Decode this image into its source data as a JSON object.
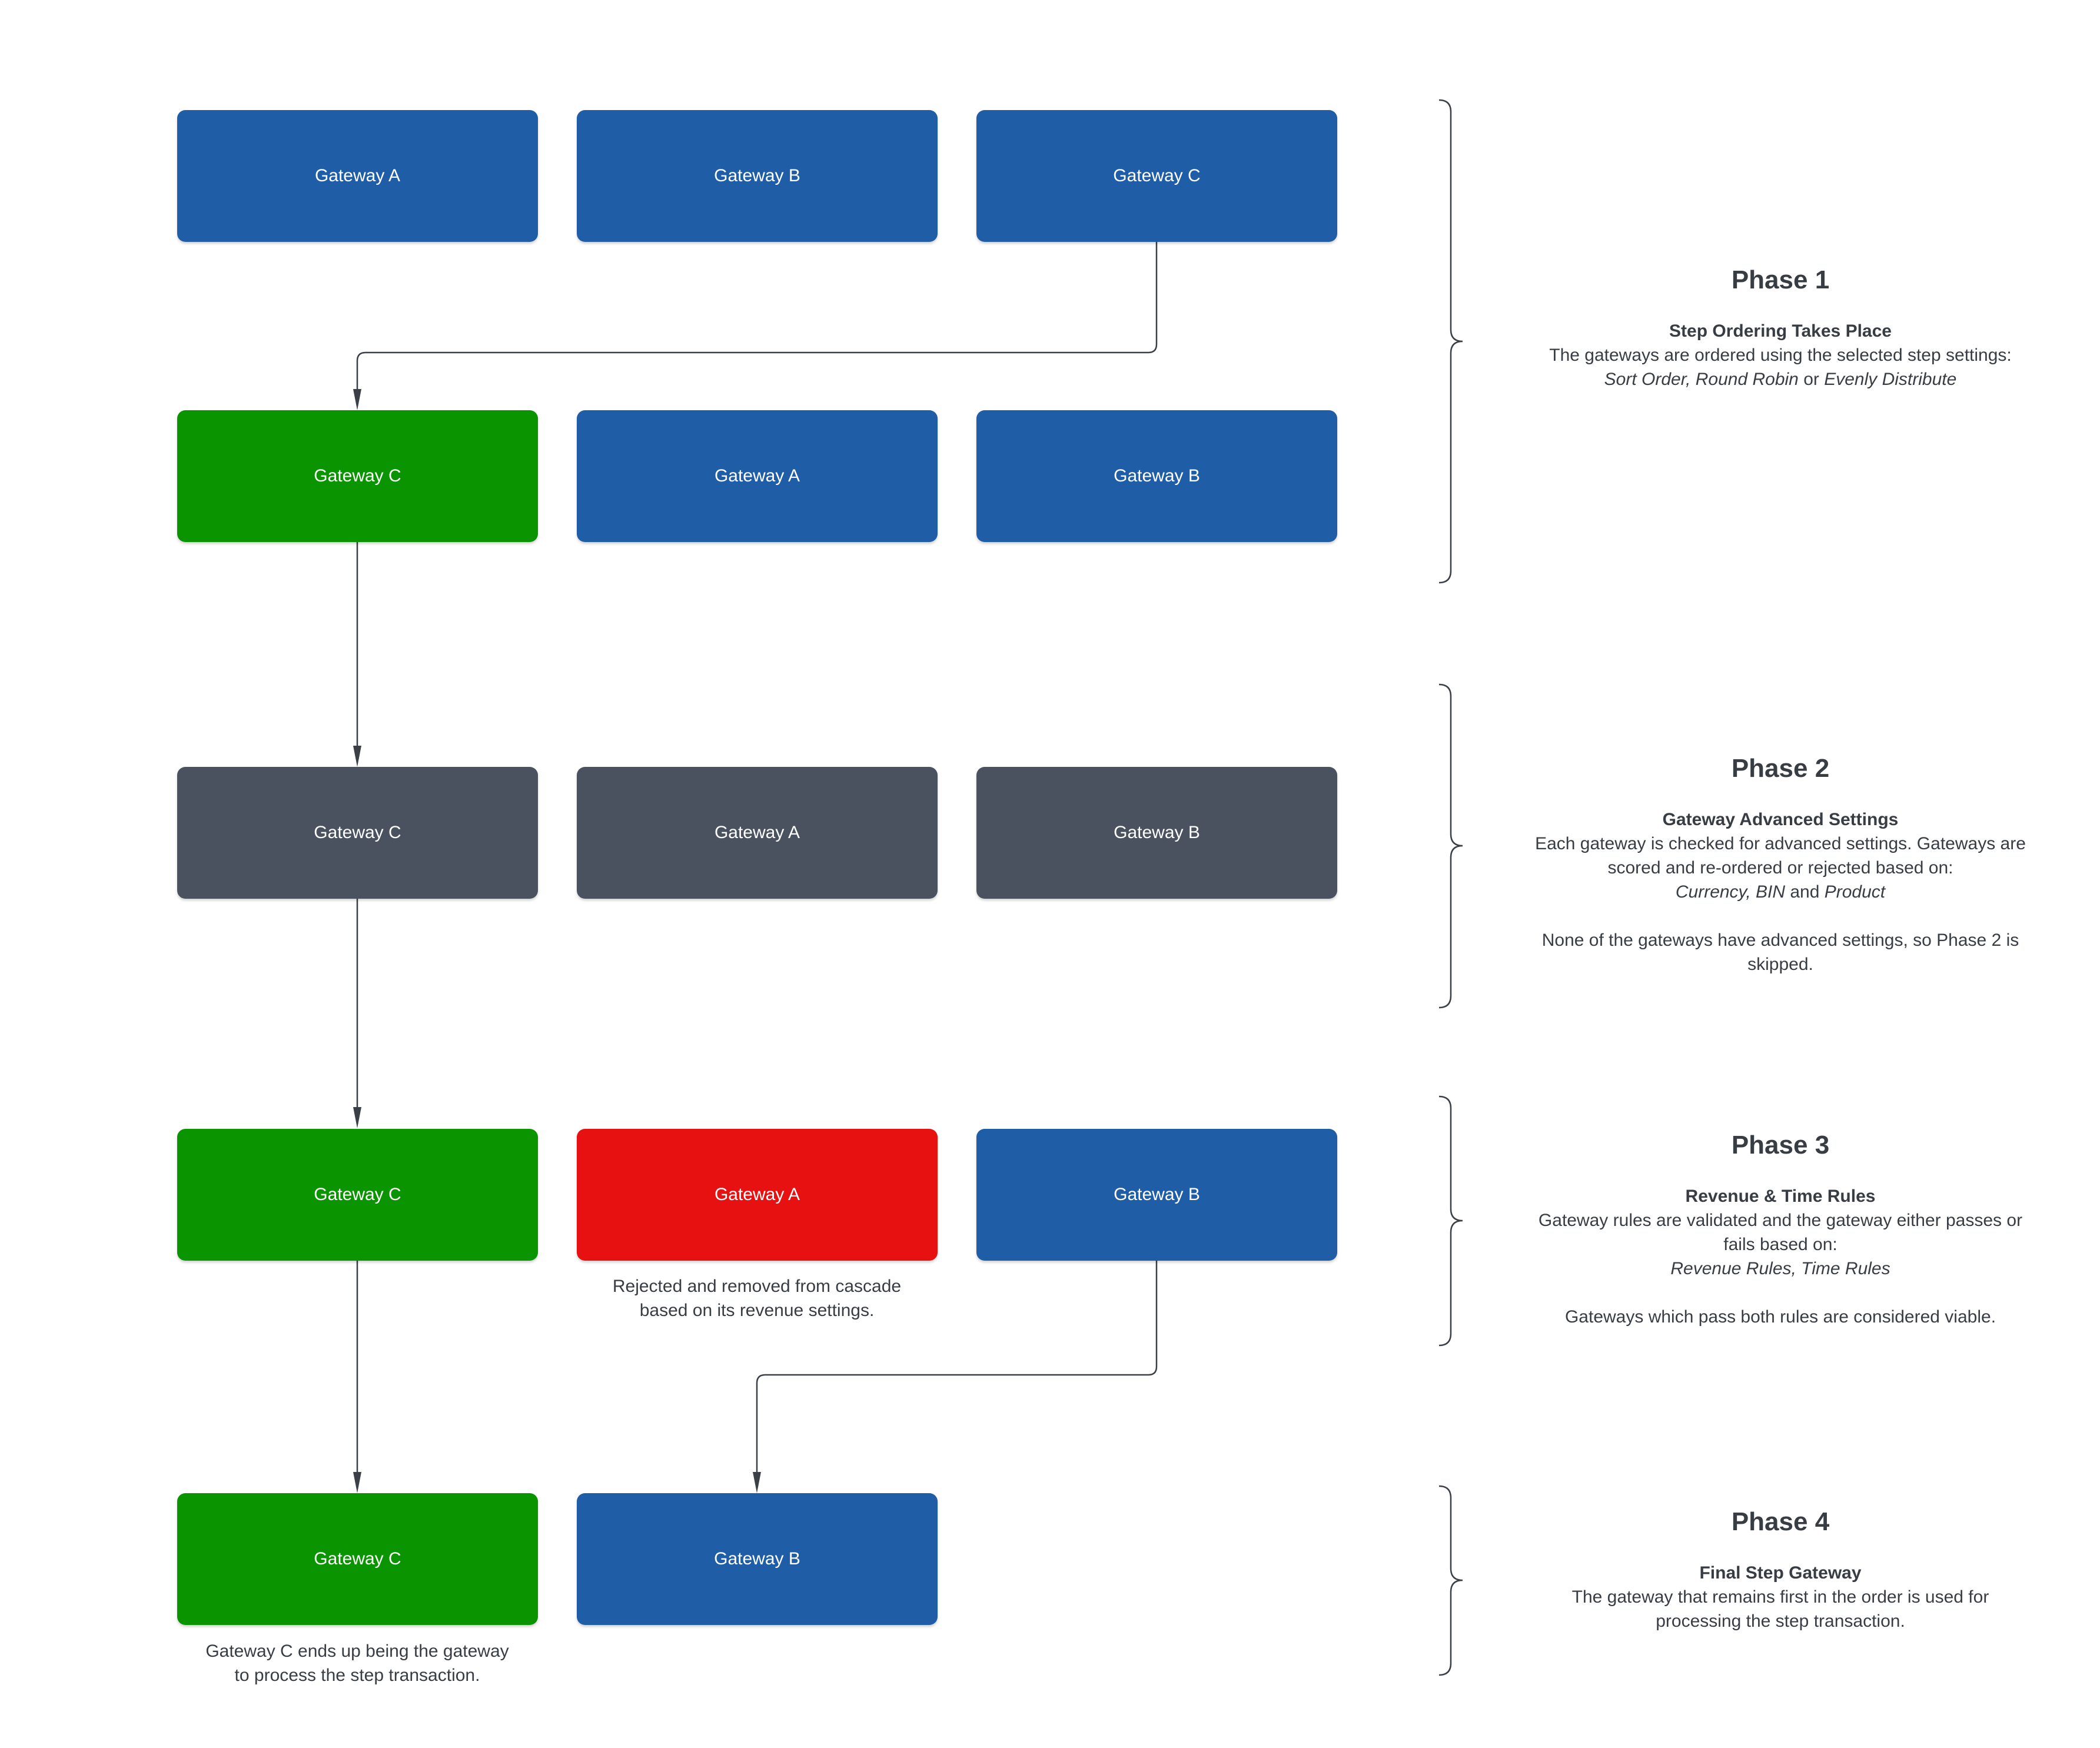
{
  "colors": {
    "gateway_blue": "#1f5da6",
    "gateway_green": "#0a9400",
    "gateway_red": "#e81111",
    "gateway_slate": "#49525e",
    "line_dark": "#3a4046",
    "text_dark": "#383d43"
  },
  "rows": [
    {
      "boxes": [
        {
          "label": "Gateway A",
          "color": "#1f5da6"
        },
        {
          "label": "Gateway B",
          "color": "#1f5da6"
        },
        {
          "label": "Gateway C",
          "color": "#1f5da6"
        }
      ]
    },
    {
      "boxes": [
        {
          "label": "Gateway C",
          "color": "#0a9400"
        },
        {
          "label": "Gateway A",
          "color": "#1f5da6"
        },
        {
          "label": "Gateway B",
          "color": "#1f5da6"
        }
      ]
    },
    {
      "boxes": [
        {
          "label": "Gateway C",
          "color": "#49525e"
        },
        {
          "label": "Gateway A",
          "color": "#49525e"
        },
        {
          "label": "Gateway B",
          "color": "#49525e"
        }
      ]
    },
    {
      "boxes": [
        {
          "label": "Gateway C",
          "color": "#0a9400"
        },
        {
          "label": "Gateway A",
          "color": "#e81111"
        },
        {
          "label": "Gateway B",
          "color": "#1f5da6"
        }
      ]
    },
    {
      "boxes": [
        {
          "label": "Gateway C",
          "color": "#0a9400"
        },
        {
          "label": "Gateway B",
          "color": "#1f5da6"
        }
      ]
    }
  ],
  "captions": {
    "rejected": {
      "line1": "Rejected and removed from cascade",
      "line2": "based on its revenue settings."
    },
    "final": {
      "line1": "Gateway C ends up being the gateway",
      "line2": "to process the step transaction."
    }
  },
  "phases": [
    {
      "title": "Phase 1",
      "subtitle": "Step Ordering Takes Place",
      "body": {
        "l1": "The gateways are ordered using the selected step settings:",
        "l2a": "Sort Order, Round Robin",
        "l2b": " or ",
        "l2c": "Evenly Distribute"
      }
    },
    {
      "title": "Phase 2",
      "subtitle": "Gateway Advanced Settings",
      "body": {
        "l1": "Each gateway is checked for advanced settings. Gateways are",
        "l2": "scored and re-ordered or rejected based on:",
        "l3a": "Currency, BIN",
        "l3b": " and ",
        "l3c": "Product",
        "p2l1": "None of the gateways have advanced settings, so Phase 2 is",
        "p2l2": "skipped."
      }
    },
    {
      "title": "Phase 3",
      "subtitle": "Revenue & Time Rules",
      "body": {
        "l1": "Gateway rules are validated and the gateway either passes or",
        "l2": "fails based on:",
        "l3": "Revenue Rules, Time Rules",
        "p2l1": "Gateways which pass both rules are considered viable."
      }
    },
    {
      "title": "Phase 4",
      "subtitle": "Final Step Gateway",
      "body": {
        "l1": "The gateway that remains first in the order is used for",
        "l2": "processing the step transaction."
      }
    }
  ]
}
